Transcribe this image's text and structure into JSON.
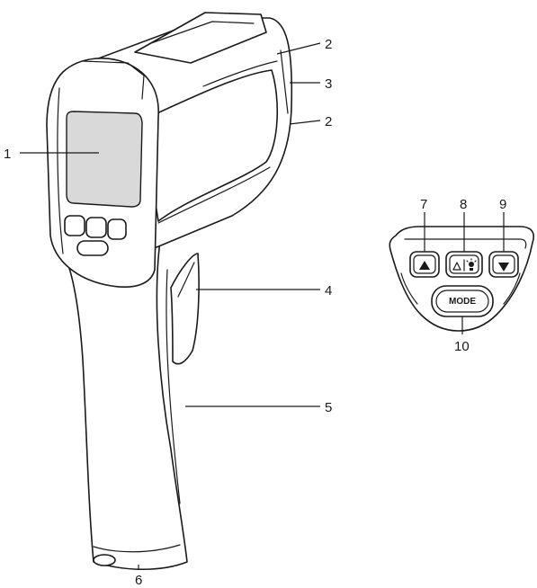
{
  "callouts": {
    "c1": "1",
    "c2a": "2",
    "c3": "3",
    "c2b": "2",
    "c4": "4",
    "c5": "5",
    "c6": "6",
    "c7": "7",
    "c8": "8",
    "c9": "9",
    "c10": "10"
  },
  "keypad": {
    "mode_label": "MODE"
  },
  "icons": {
    "up": "triangle-up-icon",
    "laser_light": "laser-and-light-icon",
    "down": "triangle-down-icon"
  },
  "colors": {
    "line": "#1a1a1a",
    "screen": "#d9d9d9",
    "background": "#ffffff"
  }
}
